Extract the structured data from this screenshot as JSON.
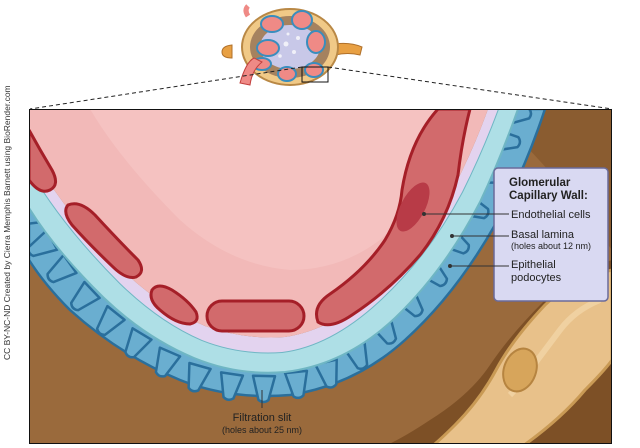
{
  "credit": "CC BY-NC-ND Created by Cierra Memphis Barnett using BioRender.com",
  "legend": {
    "title_line1": "Glomerular",
    "title_line2": "Capillary Wall:"
  },
  "labels": {
    "endothelial": "Endothelial cells",
    "basal_line1": "Basal lamina",
    "basal_line2": "(holes about 12 nm)",
    "epithelial_line1": "Epithelial",
    "epithelial_line2": "podocytes",
    "slit_line1": "Filtration slit",
    "slit_line2": "(holes about 25 nm)"
  },
  "colors": {
    "lumen": "#f2b9b8",
    "endothelium": "#d26a6c",
    "endothelium_outline": "#a51f28",
    "basal_lamina": "#aedfe6",
    "inner_membrane": "#e3d3ef",
    "podocyte": "#6aaed0",
    "podocyte_outline": "#2a6f9c",
    "tissue_brown": "#9a6a3c",
    "tissue_tan": "#e8c18a",
    "legend_bg": "#d9d9f2"
  }
}
